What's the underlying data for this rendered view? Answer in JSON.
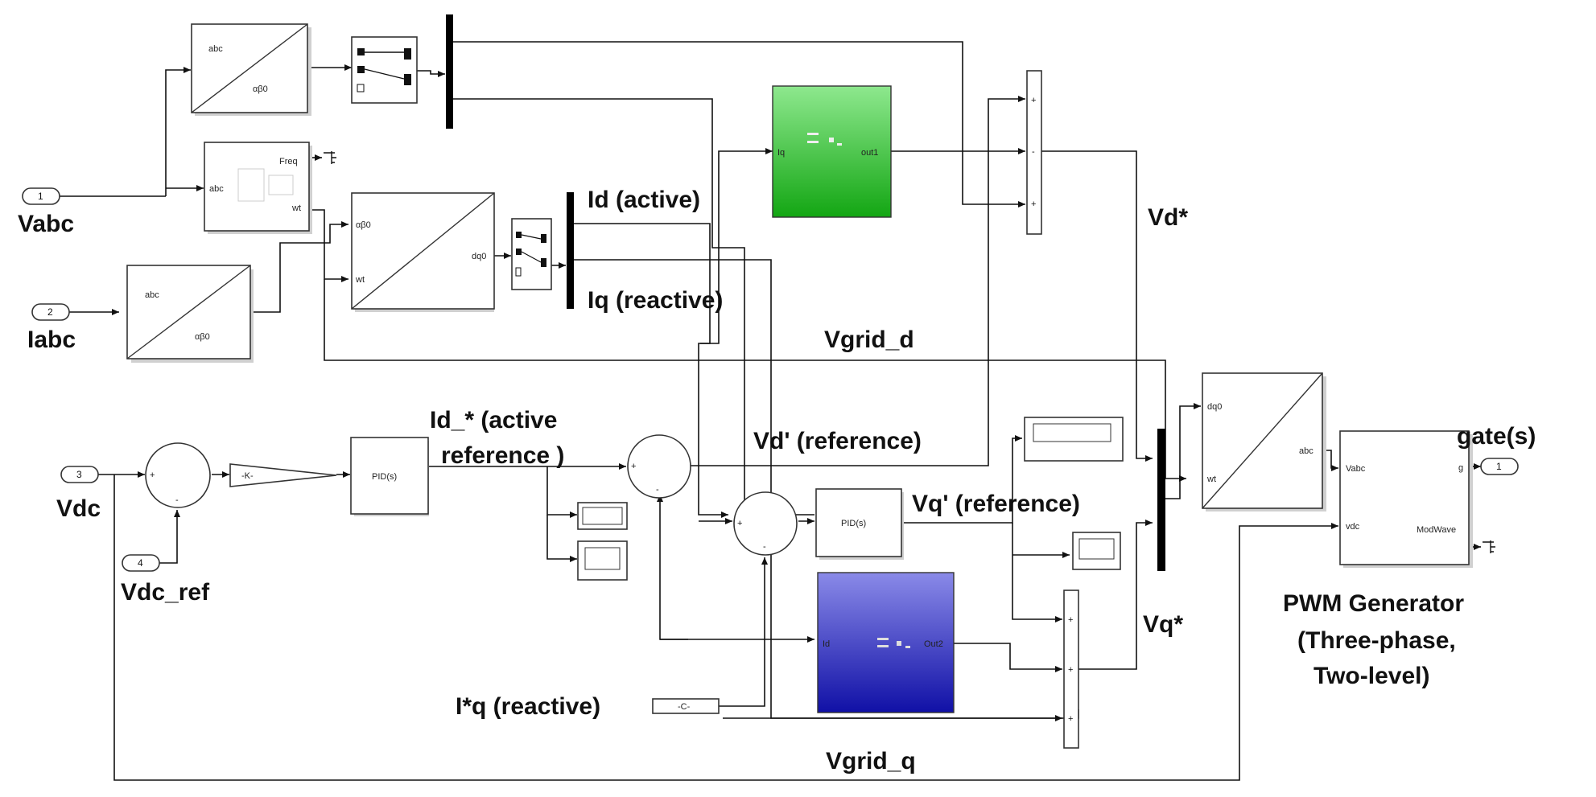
{
  "colors": {
    "green_block": "#44c444",
    "blue_block": "#3030c8"
  },
  "inports": {
    "p1": "1",
    "p2": "2",
    "p3": "3",
    "p4": "4"
  },
  "outport": {
    "p1": "1"
  },
  "labels": {
    "vabc": "Vabc",
    "iabc": "Iabc",
    "vdc": "Vdc",
    "vdc_ref": "Vdc_ref",
    "id_active": "Id (active)",
    "iq_reactive": "Iq (reactive)",
    "vd_star": "Vd*",
    "vgrid_d": "Vgrid_d",
    "id_ref_line1": "Id_* (active",
    "id_ref_line2": "reference )",
    "vd_prime": "Vd' (reference)",
    "vq_prime": "Vq' (reference)",
    "gates": "gate(s)",
    "vq_star": "Vq*",
    "pwm_line1": "PWM Generator",
    "pwm_line2": "(Three-phase,",
    "pwm_line3": "Two-level)",
    "iq_star": "I*q (reactive)",
    "vgrid_q": "Vgrid_q"
  },
  "blocks": {
    "abc_ab0_top": {
      "in": "abc",
      "out": "αβ0"
    },
    "pll": {
      "freq": "Freq",
      "in": "abc",
      "wt": "wt"
    },
    "abc_ab0_bottom": {
      "in": "abc",
      "out": "αβ0"
    },
    "ab0_dq0": {
      "in1": "αβ0",
      "in2": "wt",
      "out": "dq0"
    },
    "green": {
      "in": "Iq",
      "out": "out1"
    },
    "blue": {
      "in": "Id",
      "out": "Out2"
    },
    "pid1": "PID(s)",
    "pid2": "PID(s)",
    "gain": "-K-",
    "constant": "-C-",
    "dq0_abc": {
      "in1": "dq0",
      "in2": "wt",
      "out": "abc"
    },
    "pwm": {
      "in1": "Vabc",
      "in2": "vdc",
      "out1": "g",
      "out2": "ModWave"
    }
  }
}
